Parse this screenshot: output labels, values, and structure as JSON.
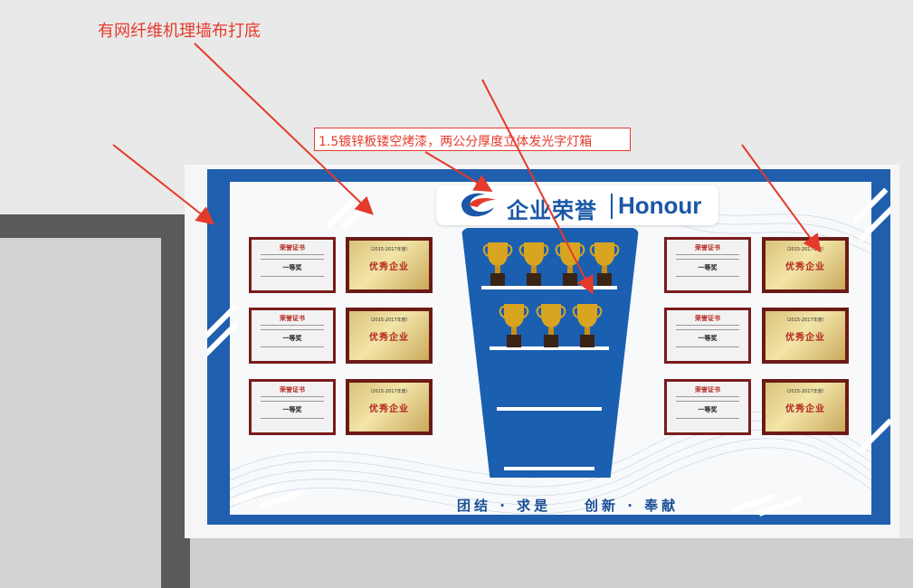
{
  "annotations": {
    "wall_note": "有网纤维机理墙布打底",
    "box_note": "1.5镀锌板镂空烤漆，两公分厚度立体发光字灯箱"
  },
  "header": {
    "logo_text": "企业荣誉",
    "logo_en": "Honour"
  },
  "certificates": {
    "title": "荣誉证书",
    "award": "一等奖"
  },
  "plaques": {
    "text": "优秀企业",
    "small": "（2015-2017年度）"
  },
  "slogan": "团结 · 求是    创新 · 奉献",
  "colors": {
    "board_blue": "#1f5fae",
    "annotation_red": "#e53a2b",
    "frame_maroon": "#7a1c1c",
    "gold": "#e8d48f"
  }
}
